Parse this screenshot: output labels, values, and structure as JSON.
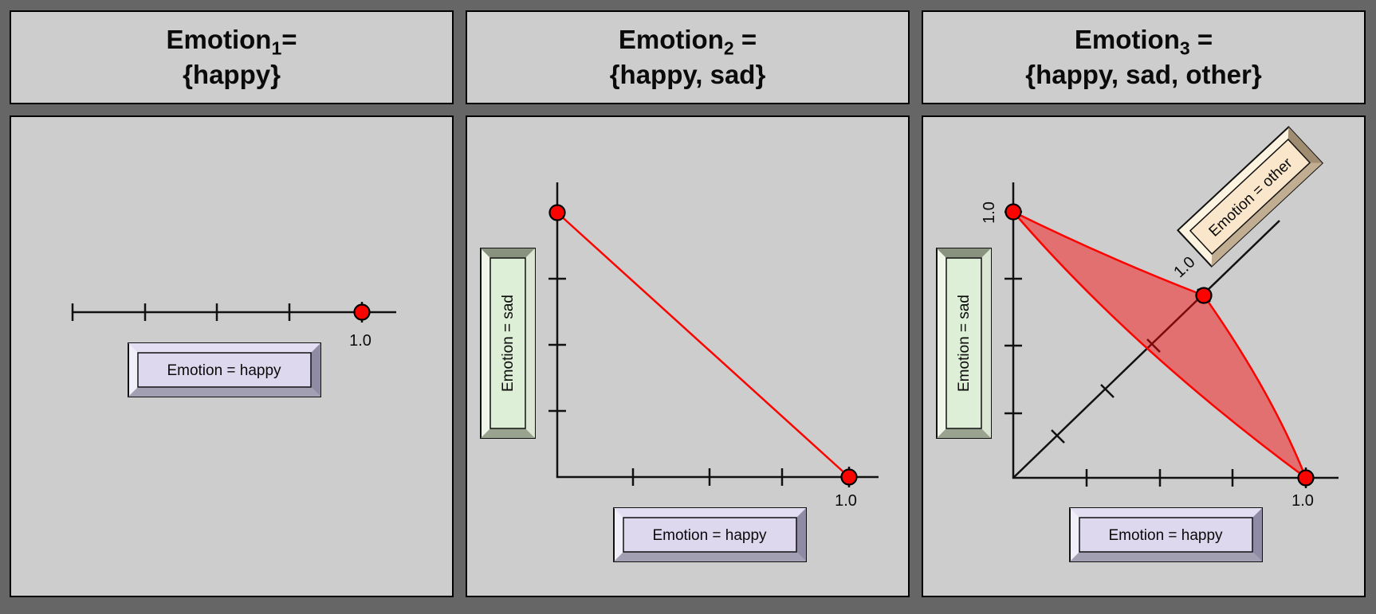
{
  "figure": {
    "description": "Probability simplexes over emotion outcome sets of size 1, 2 and 3",
    "colors": {
      "page_background": "#666667",
      "panel_background": "#cdcdcd",
      "axis": "#111111",
      "point_red": "#fb0400",
      "simplex_fill": "rgba(255,0,0,0.45)",
      "happy_box_fill": "#ddd8ee",
      "sad_box_fill": "#ddefd6",
      "other_box_fill": "#f9e6cb"
    }
  },
  "panels": [
    {
      "title": {
        "base": "Emotion",
        "sub": "1",
        "eq": "=",
        "set": "{happy}"
      },
      "happy_label": "Emotion = happy",
      "value_label": "1.0"
    },
    {
      "title": {
        "base": "Emotion",
        "sub": "2",
        "eq": " =",
        "set": "{happy, sad}"
      },
      "happy_label": "Emotion = happy",
      "sad_label": "Emotion = sad",
      "value_label": "1.0"
    },
    {
      "title": {
        "base": "Emotion",
        "sub": "3",
        "eq": " =",
        "set": "{happy, sad, other}"
      },
      "happy_label": "Emotion = happy",
      "sad_label": "Emotion = sad",
      "other_label": "Emotion = other",
      "value_label_sad": "1.0",
      "value_label_other": "1.0",
      "value_label_happy": "1.0"
    }
  ]
}
